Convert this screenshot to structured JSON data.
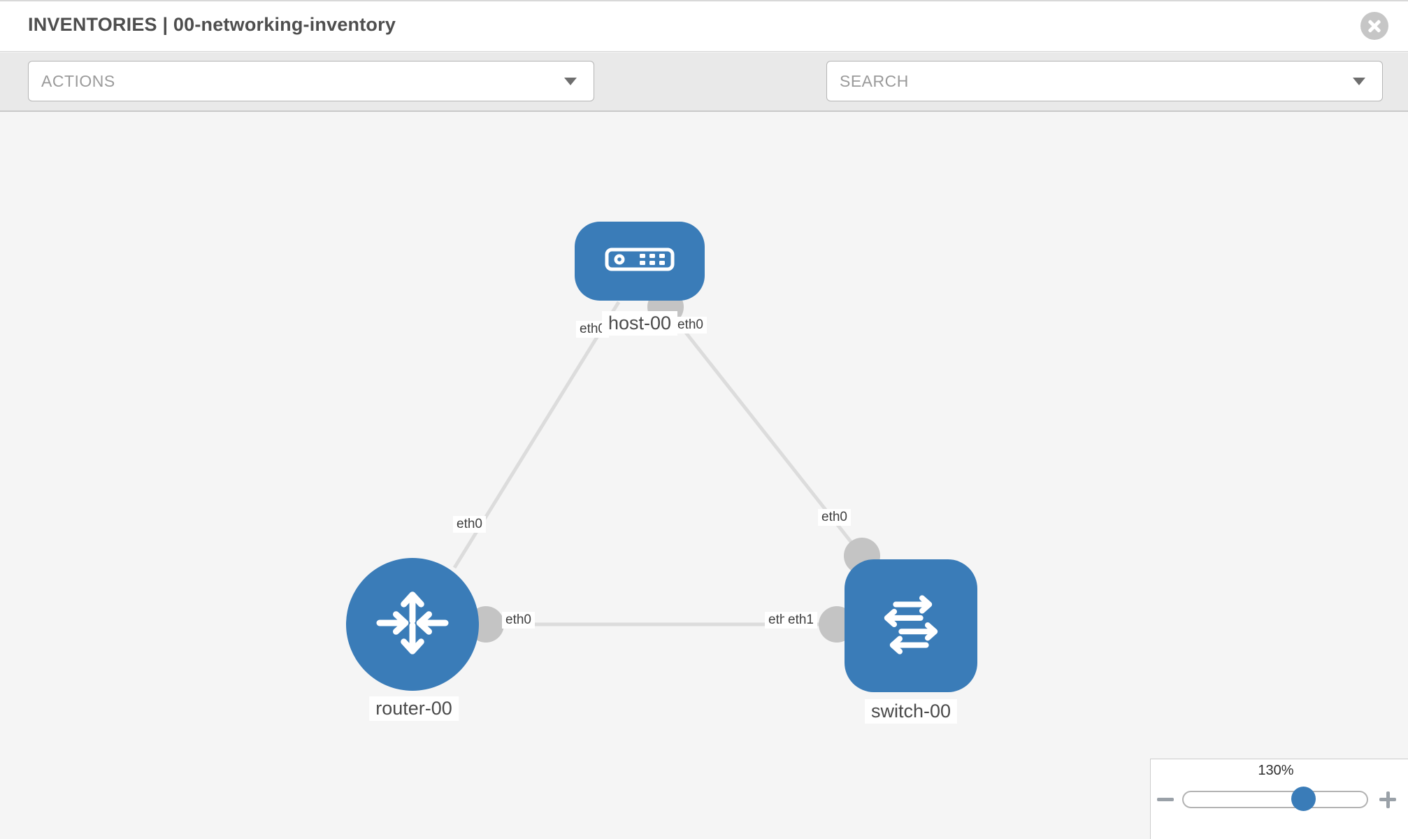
{
  "header": {
    "title": "INVENTORIES | 00-networking-inventory"
  },
  "toolbar": {
    "actions_label": "ACTIONS",
    "search_label": "SEARCH",
    "icons": [
      "wrench-icon",
      "key-icon"
    ]
  },
  "topology": {
    "nodes": [
      {
        "id": "host-00",
        "type": "host",
        "label": "host-00"
      },
      {
        "id": "router-00",
        "type": "router",
        "label": "router-00"
      },
      {
        "id": "switch-00",
        "type": "switch",
        "label": "switch-00"
      }
    ],
    "links": [
      {
        "from": "host-00",
        "from_iface": "eth0",
        "to": "router-00",
        "to_iface": "eth0"
      },
      {
        "from": "host-00",
        "from_iface": "eth0",
        "to": "switch-00",
        "to_iface": "eth0"
      },
      {
        "from": "router-00",
        "from_iface": "eth0",
        "to": "switch-00",
        "to_iface": "eth1"
      }
    ],
    "hidden_overlap_label": "eth0"
  },
  "zoom_control": {
    "value": "130%"
  },
  "colors": {
    "node_blue": "#3a7cb8",
    "link_gray": "#dcdcdc",
    "dot_gray": "#c4c4c4",
    "canvas_bg": "#f5f5f5",
    "toolbar_bg": "#e9e9e9"
  }
}
